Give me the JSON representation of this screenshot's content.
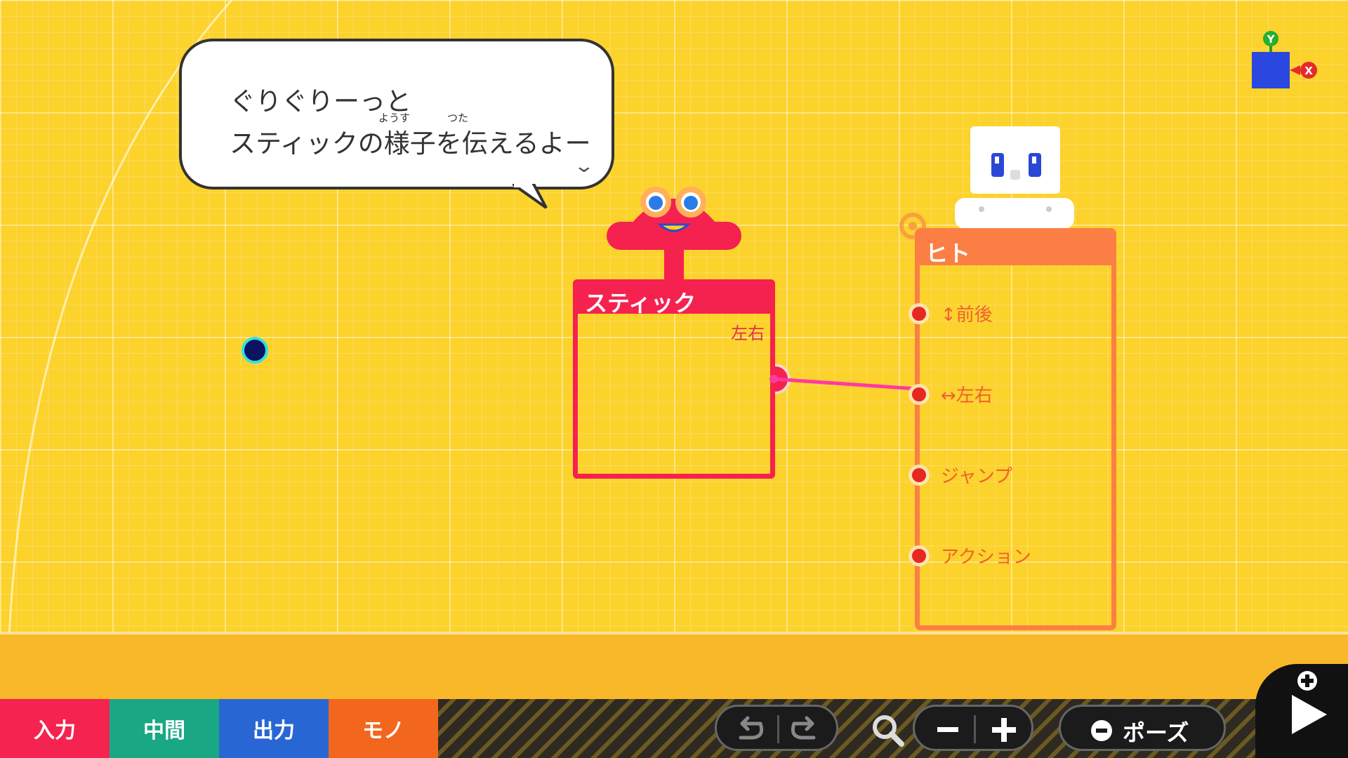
{
  "dialog": {
    "line1": "ぐりぐりーっと",
    "line2": "スティックの様子を伝えるよー",
    "ruby1": "ようす",
    "ruby2": "つた"
  },
  "stick_node": {
    "title": "スティック",
    "output_label": "左右"
  },
  "person_node": {
    "title": "ヒト",
    "pins": [
      {
        "label": "↕前後"
      },
      {
        "label": "↔左右"
      },
      {
        "label": "ジャンプ"
      },
      {
        "label": "アクション"
      }
    ]
  },
  "gizmo": {
    "y_label": "Y",
    "x_label": "X"
  },
  "toolbar": {
    "tabs": [
      "入力",
      "中間",
      "出力",
      "モノ"
    ],
    "pause_label": "ポーズ"
  },
  "colors": {
    "background": "#fcd22c",
    "stick": "#f5214f",
    "person": "#fb7f44",
    "wire": "#ff3aa0"
  }
}
